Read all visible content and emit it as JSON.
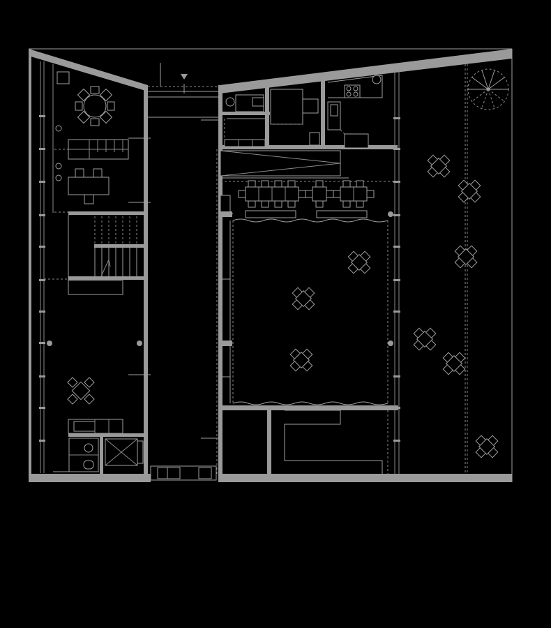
{
  "drawing": {
    "type": "floor-plan",
    "background": "#000000",
    "line_color": "#a0a0a0",
    "wall_color": "#9a9a9a"
  },
  "furniture": {
    "round_table_8_seats": 1,
    "bench_table_rows": 1,
    "courtyard_trees": 5,
    "garden_trees": 6,
    "spiral_stair": 1,
    "straight_stairs": 2
  }
}
